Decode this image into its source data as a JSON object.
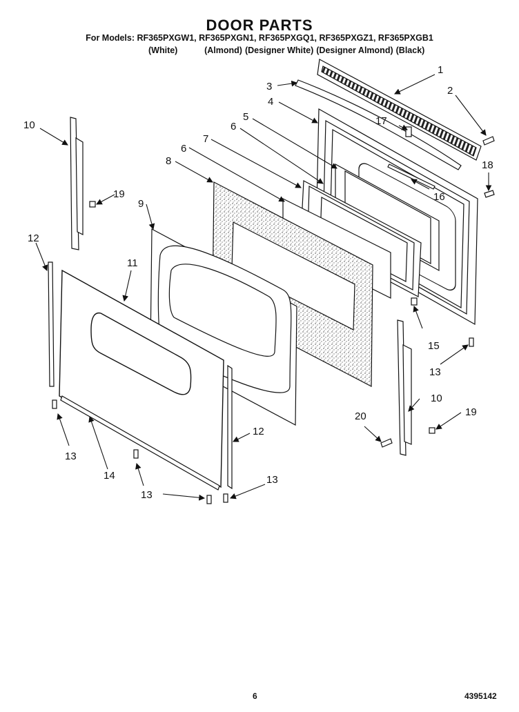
{
  "header": {
    "title": "DOOR PARTS",
    "models": "For Models: RF365PXGW1, RF365PXGN1, RF365PXGQ1, RF365PXGZ1, RF365PXGB1",
    "colors": [
      "(White)",
      "(Almond)",
      "(Designer White)",
      "(Designer Almond)",
      "(Black)"
    ]
  },
  "callouts": {
    "c1": "1",
    "c2": "2",
    "c3": "3",
    "c4": "4",
    "c5": "5",
    "c6a": "6",
    "c6b": "6",
    "c7": "7",
    "c8": "8",
    "c9": "9",
    "c10a": "10",
    "c10b": "10",
    "c11": "11",
    "c12a": "12",
    "c12b": "12",
    "c13a": "13",
    "c13b": "13",
    "c13c": "13",
    "c13d": "13",
    "c14": "14",
    "c15": "15",
    "c16": "16",
    "c17": "17",
    "c18": "18",
    "c19a": "19",
    "c19b": "19",
    "c20": "20"
  },
  "footer": {
    "page": "6",
    "doc": "4395142"
  }
}
